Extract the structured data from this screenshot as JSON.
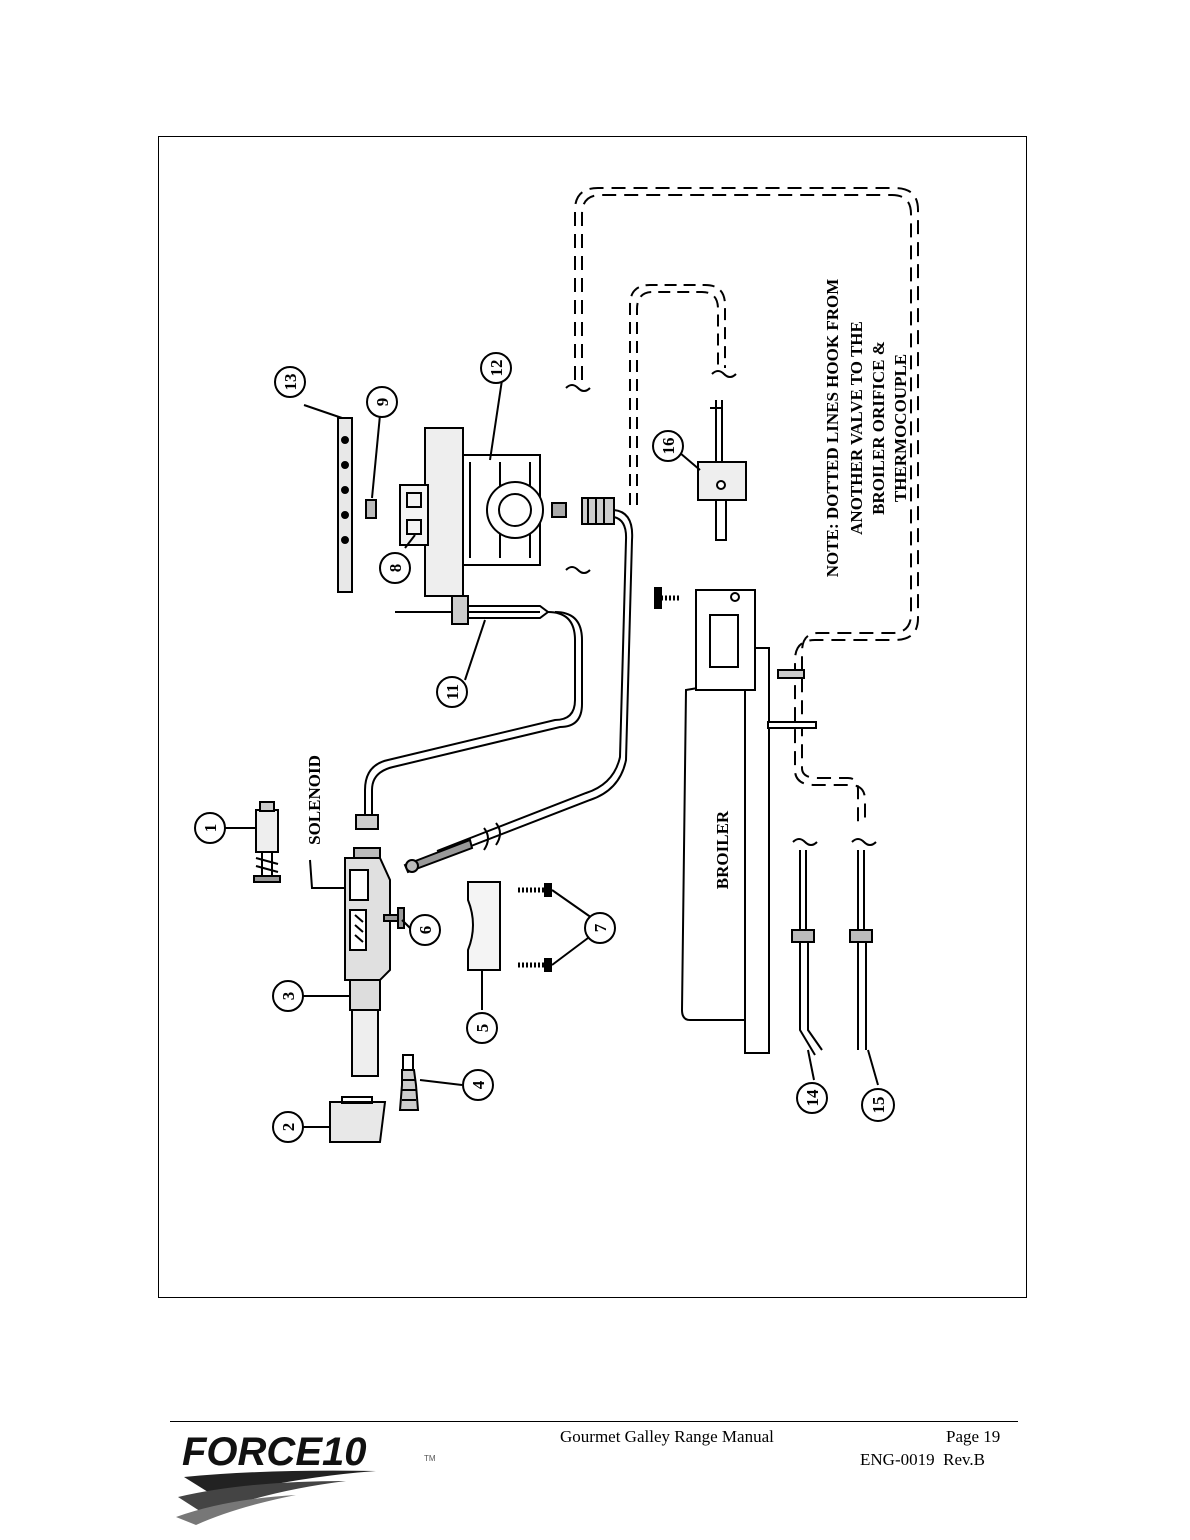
{
  "diagram": {
    "note": [
      "NOTE: DOTTED LINES HOOK FROM",
      "ANOTHER VALVE TO THE",
      "BROILER ORIFICE &",
      "THERMOCOUPLE"
    ],
    "broiler_label": "BROILER",
    "solenoid_label": "SOLENOID",
    "callouts": [
      "1",
      "2",
      "3",
      "4",
      "5",
      "6",
      "7",
      "8",
      "9",
      "11",
      "12",
      "13",
      "14",
      "15",
      "16"
    ]
  },
  "footer": {
    "logo_text": "FORCE10",
    "logo_tm": "TM",
    "manual_title": "Gourmet Galley Range Manual",
    "page": "Page 19",
    "doc_number": "ENG-0019  Rev.B"
  }
}
